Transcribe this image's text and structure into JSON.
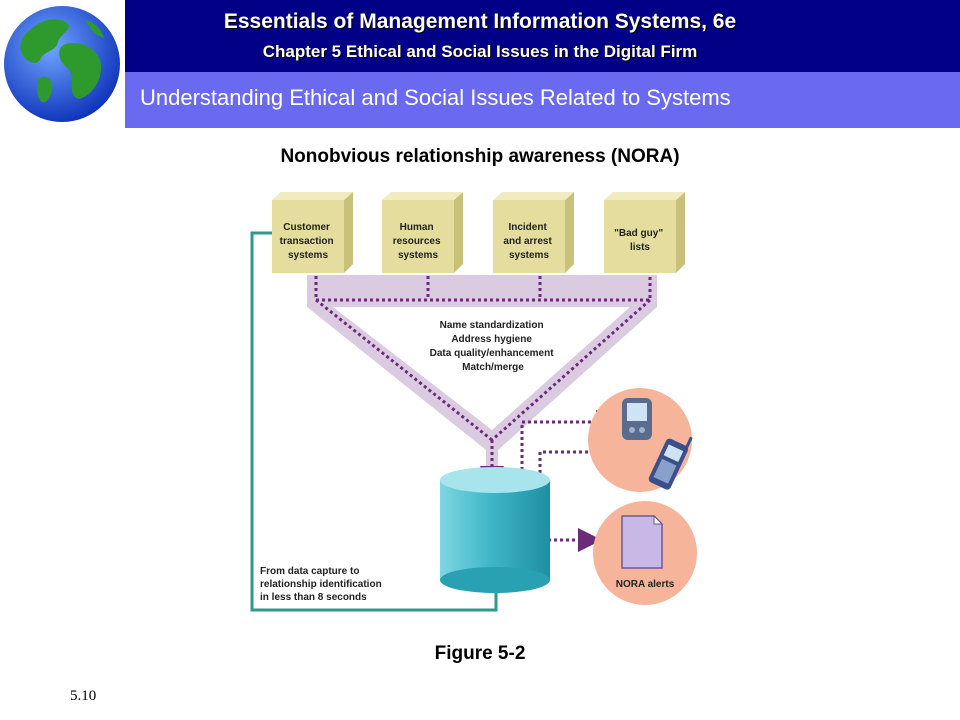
{
  "header": {
    "title": "Essentials of Management Information Systems, 6e",
    "chapter": "Chapter 5 Ethical and Social Issues in the Digital Firm",
    "section": "Understanding Ethical and Social Issues Related to Systems"
  },
  "figure": {
    "title": "Nonobvious relationship awareness (NORA)",
    "caption": "Figure 5-2",
    "sources": [
      {
        "lines": [
          "Customer",
          "transaction",
          "systems"
        ]
      },
      {
        "lines": [
          "Human",
          "resources",
          "systems"
        ]
      },
      {
        "lines": [
          "Incident",
          "and arrest",
          "systems"
        ]
      },
      {
        "lines": [
          "\"Bad guy\"",
          "lists"
        ]
      }
    ],
    "processing_steps": [
      "Name standardization",
      "Address hygiene",
      "Data quality/enhancement",
      "Match/merge"
    ],
    "alerts_label": "NORA alerts",
    "loop_note": [
      "From data capture to",
      "relationship identification",
      "in less than 8 seconds"
    ]
  },
  "slide_number": "5.10",
  "colors": {
    "header_dark": "#020086",
    "header_light": "#6a6af0",
    "box": "#e4dd9e",
    "funnel": "#dbcbe0",
    "dots": "#6b2a7a",
    "database": "#3fb7c8",
    "circle": "#f6b49a",
    "loop_line": "#2f9a8a"
  }
}
